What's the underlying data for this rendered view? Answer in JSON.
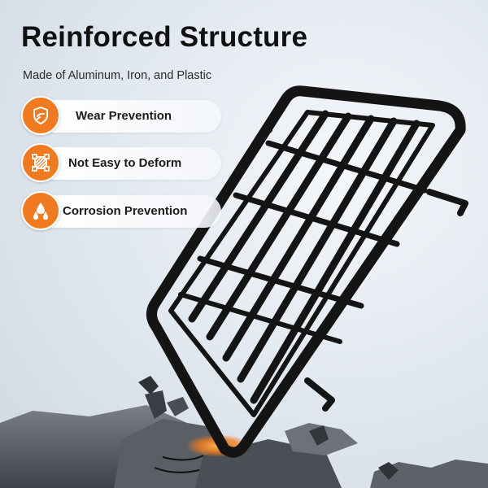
{
  "header": {
    "title": "Reinforced Structure",
    "subtitle": "Made of Aluminum, Iron, and Plastic"
  },
  "features": [
    {
      "label": "Wear Prevention",
      "icon": "wear-shield-icon"
    },
    {
      "label": "Not Easy to Deform",
      "icon": "frame-corners-icon"
    },
    {
      "label": "Corrosion Prevention",
      "icon": "water-drops-icon"
    }
  ],
  "colors": {
    "accent": "#f07a1f",
    "rack": "#141414",
    "background": "#dfe6ee"
  }
}
